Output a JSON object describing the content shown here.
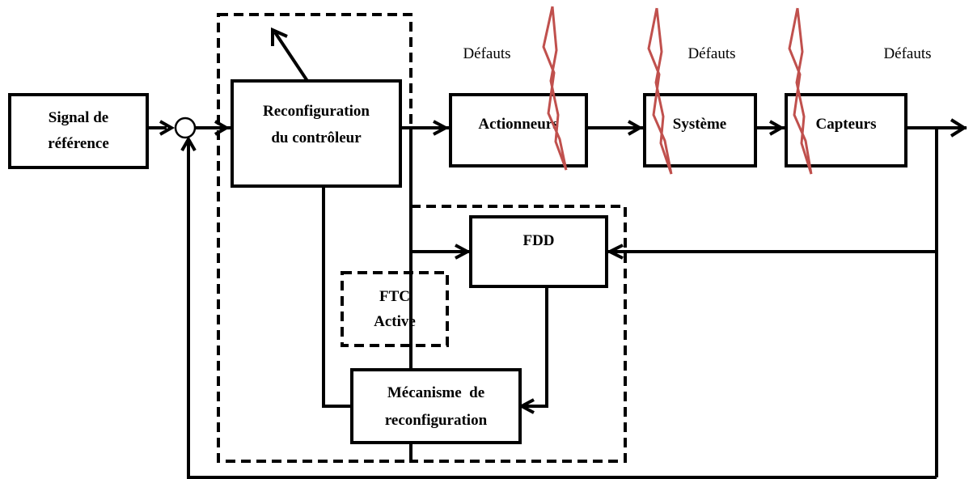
{
  "blocks": {
    "reference": {
      "line1": "Signal de",
      "line2": "référence"
    },
    "controller": {
      "line1": "Reconfiguration",
      "line2": "du contrôleur"
    },
    "actuators": "Actionneurs",
    "system": "Système",
    "sensors": "Capteurs",
    "fdd": "FDD",
    "ftc": {
      "line1": "FTC",
      "line2": "Active"
    },
    "mechanism": {
      "line1": "Mécanisme  de",
      "line2": "reconfiguration"
    }
  },
  "faults": [
    "Défauts",
    "Défauts",
    "Défauts"
  ],
  "colors": {
    "stroke": "#000000",
    "fault_symbol": "#c0504d",
    "background": "#ffffff"
  }
}
